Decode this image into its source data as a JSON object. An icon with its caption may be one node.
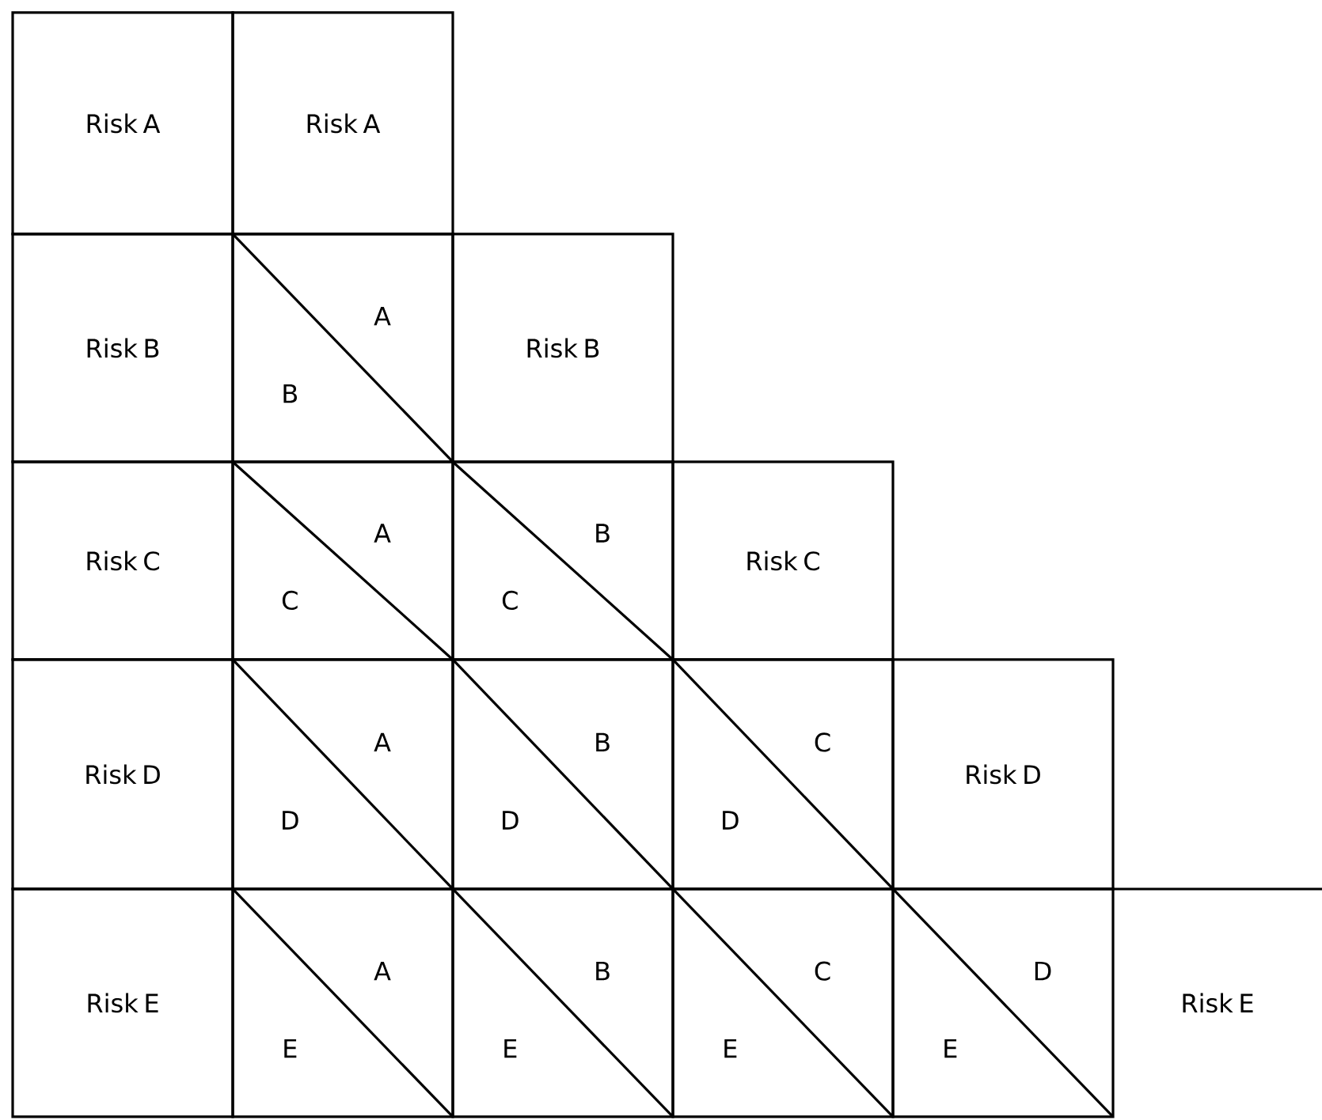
{
  "diagram": {
    "nodes": [
      {
        "text": [
          "Risk A"
        ]
      },
      {
        "text": [
          "Risk A"
        ]
      },
      {
        "text": [
          "Risk B"
        ]
      },
      {
        "text": [
          "A",
          "B"
        ]
      },
      {
        "text": [
          "Risk B"
        ]
      },
      {
        "text": [
          "Risk C"
        ]
      },
      {
        "text": [
          "A",
          "C"
        ]
      },
      {
        "text": [
          "B",
          "C"
        ]
      },
      {
        "text": [
          "Risk C"
        ]
      },
      {
        "text": [
          "Risk D"
        ]
      },
      {
        "text": [
          "A",
          "D"
        ]
      },
      {
        "text": [
          "B",
          "D"
        ]
      },
      {
        "text": [
          "C",
          "D"
        ]
      },
      {
        "text": [
          "Risk D"
        ]
      },
      {
        "text": [
          "Risk E"
        ]
      },
      {
        "text": [
          "A",
          "E"
        ]
      },
      {
        "text": [
          "B",
          "E"
        ]
      },
      {
        "text": [
          "C",
          "E"
        ]
      },
      {
        "text": [
          "D",
          "E"
        ]
      },
      {
        "text": [
          "Risk E"
        ]
      }
    ]
  }
}
